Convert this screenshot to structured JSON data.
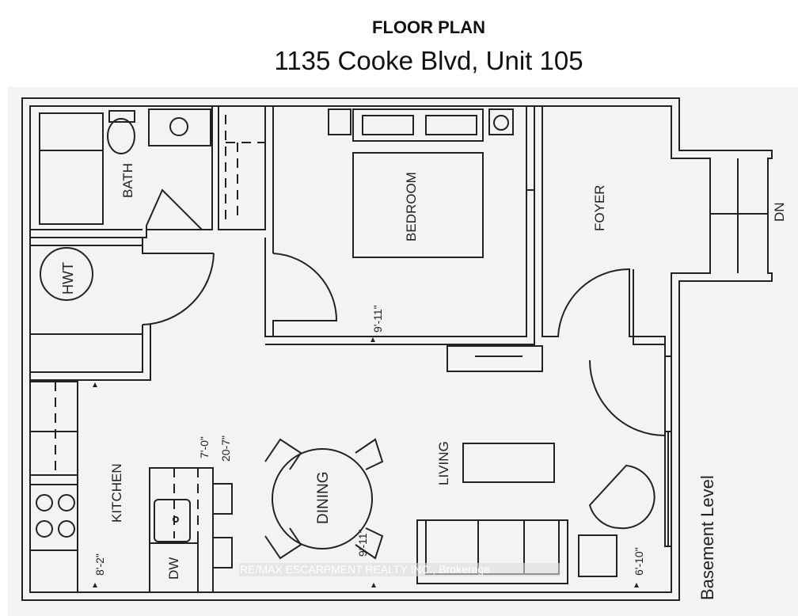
{
  "header": {
    "title": "FLOOR PLAN",
    "address": "1135 Cooke Blvd, Unit 105"
  },
  "rooms": {
    "bath": "BATH",
    "hwt": "HWT",
    "bedroom": "BEDROOM",
    "foyer": "FOYER",
    "kitchen": "KITCHEN",
    "dining": "DINING",
    "living": "LIVING",
    "dw": "DW",
    "stairs": "DN"
  },
  "dimensions": {
    "bedroom": "9'-11\"",
    "kitchen": "8'-2\"",
    "dining": "9'-11\"",
    "living_width": "7'-0\"",
    "living_length": "20-7\"",
    "living_right": "6'-10\""
  },
  "level": "Basement Level",
  "watermark": "RE/MAX ESCARPMENT REALTY INC., Brokerage",
  "colors": {
    "background": "#f4f3f1",
    "line": "#222222"
  }
}
